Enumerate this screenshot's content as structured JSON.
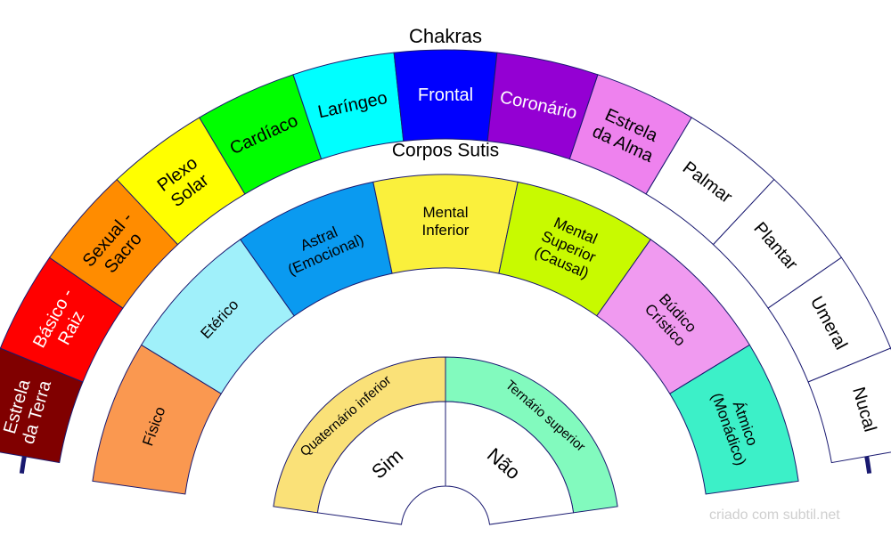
{
  "chakras": {
    "title": "Chakras",
    "segments": [
      {
        "lines": [
          "Estrela",
          "da Terra"
        ],
        "fill": "#800000",
        "text_color": "#ffffff"
      },
      {
        "lines": [
          "Básico -",
          "Raiz"
        ],
        "fill": "#ff0000",
        "text_color": "#ffffff"
      },
      {
        "lines": [
          "Sexual -",
          "Sacro"
        ],
        "fill": "#ff8c00",
        "text_color": "#000000"
      },
      {
        "lines": [
          "Plexo",
          "Solar"
        ],
        "fill": "#ffff00",
        "text_color": "#000000"
      },
      {
        "lines": [
          "Cardíaco"
        ],
        "fill": "#00ff00",
        "text_color": "#000000"
      },
      {
        "lines": [
          "Laríngeo"
        ],
        "fill": "#00ffff",
        "text_color": "#000000"
      },
      {
        "lines": [
          "Frontal"
        ],
        "fill": "#0000ff",
        "text_color": "#ffffff"
      },
      {
        "lines": [
          "Coronário"
        ],
        "fill": "#9400d3",
        "text_color": "#ffffff"
      },
      {
        "lines": [
          "Estrela",
          "da Alma"
        ],
        "fill": "#ee82ee",
        "text_color": "#000000"
      },
      {
        "lines": [
          "Palmar"
        ],
        "fill": "#ffffff",
        "text_color": "#000000"
      },
      {
        "lines": [
          "Plantar"
        ],
        "fill": "#ffffff",
        "text_color": "#000000"
      },
      {
        "lines": [
          "Umeral"
        ],
        "fill": "#ffffff",
        "text_color": "#000000"
      },
      {
        "lines": [
          "Nucal"
        ],
        "fill": "#ffffff",
        "text_color": "#000000"
      }
    ]
  },
  "corpos": {
    "title": "Corpos Sutis",
    "segments": [
      {
        "lines": [
          "Físico"
        ],
        "fill": "#fa9850"
      },
      {
        "lines": [
          "Etérico"
        ],
        "fill": "#a0f0fa"
      },
      {
        "lines": [
          "Astral",
          "(Emocional)"
        ],
        "fill": "#0a9af0"
      },
      {
        "lines": [
          "Mental",
          "Inferior"
        ],
        "fill": "#faf03c"
      },
      {
        "lines": [
          "Mental",
          "Superior",
          "(Causal)"
        ],
        "fill": "#c8fa00"
      },
      {
        "lines": [
          "Búdico",
          "Crístico"
        ],
        "fill": "#f09af0"
      },
      {
        "lines": [
          "Átmico",
          "(Monádico)"
        ],
        "fill": "#3cf0c8"
      }
    ]
  },
  "groups": [
    {
      "label": "Quaternário inferior",
      "fill": "#fae178"
    },
    {
      "label": "Ternário superior",
      "fill": "#82fabe"
    }
  ],
  "answers": [
    {
      "label": "Sim"
    },
    {
      "label": "Não"
    }
  ],
  "colors": {
    "outline": "#191970",
    "background": "#ffffff"
  },
  "credit": "criado com subtil.net"
}
